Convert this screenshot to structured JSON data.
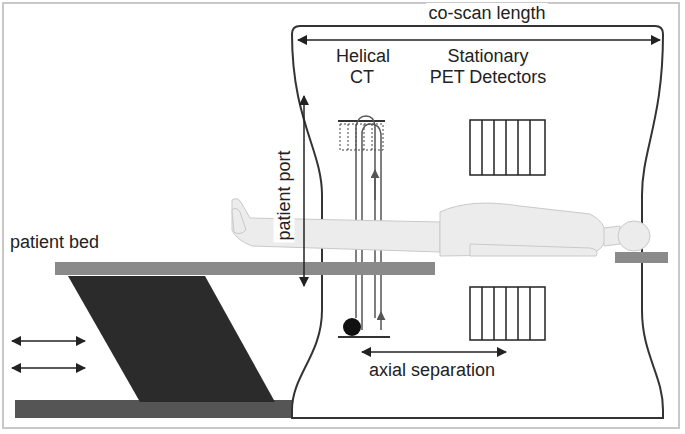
{
  "diagram": {
    "labels": [
      "co-scan length",
      "Helical CT",
      "Stationary PET Detectors",
      "patient port",
      "patient bed",
      "axial separation"
    ]
  }
}
